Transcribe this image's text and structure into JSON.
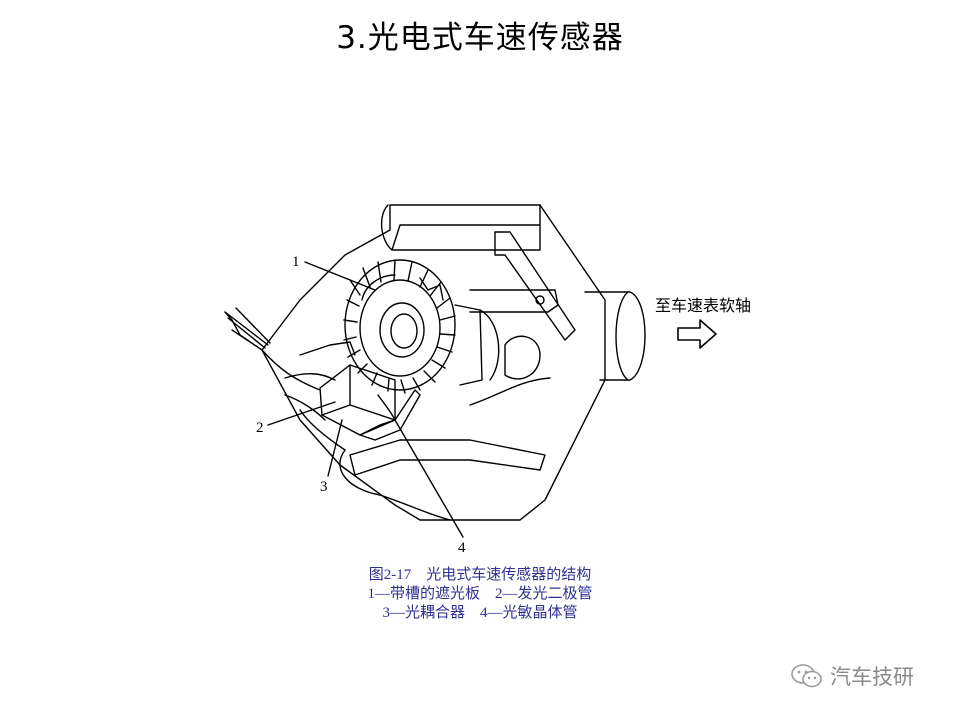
{
  "title": "3.光电式车速传感器",
  "diagram": {
    "destination_label": "至车速表软轴",
    "callouts": [
      "1",
      "2",
      "3",
      "4"
    ]
  },
  "caption": {
    "line1": "图2-17　光电式车速传感器的结构",
    "line2": "1—带槽的遮光板　2—发光二极管",
    "line3": "3—光耦合器　4—光敏晶体管"
  },
  "watermark": {
    "text": "汽车技研",
    "icon": "wechat-icon"
  }
}
